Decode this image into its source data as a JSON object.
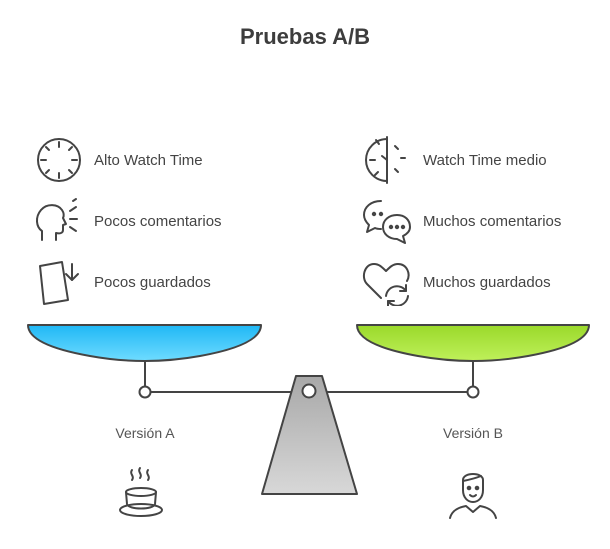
{
  "title": "Pruebas A/B",
  "left": {
    "version_label": "Versión A",
    "items": [
      {
        "label": "Alto Watch Time",
        "icon": "clock-icon"
      },
      {
        "label": "Pocos comentarios",
        "icon": "speaking-head-icon"
      },
      {
        "label": "Pocos guardados",
        "icon": "save-download-icon"
      }
    ],
    "pan_color": "#3ec6ff",
    "footer_icon": "hot-coffee-cup-icon"
  },
  "right": {
    "version_label": "Versión B",
    "items": [
      {
        "label": "Watch Time medio",
        "icon": "half-clock-icon"
      },
      {
        "label": "Muchos comentarios",
        "icon": "chat-bubbles-icon"
      },
      {
        "label": "Muchos guardados",
        "icon": "heart-refresh-icon"
      }
    ],
    "pan_color": "#a6e43a",
    "footer_icon": "person-avatar-icon"
  }
}
